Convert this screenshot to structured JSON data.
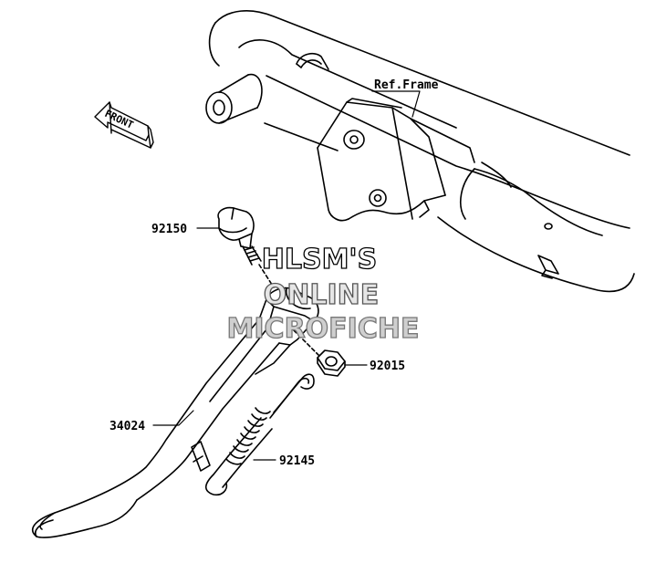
{
  "diagram": {
    "ref_frame_label": "Ref.Frame",
    "front_arrow_label": "FRONT",
    "parts": [
      {
        "id": "bolt",
        "number": "92150"
      },
      {
        "id": "nut",
        "number": "92015"
      },
      {
        "id": "side-stand",
        "number": "34024"
      },
      {
        "id": "spring",
        "number": "92145"
      }
    ]
  },
  "watermark": {
    "line1": "HLSM'S",
    "line2": "ONLINE",
    "line3": "MICROFICHE"
  },
  "colors": {
    "line": "#000000",
    "background": "#ffffff",
    "watermark_top": "#ffffff",
    "watermark_bottom": "#cfcfcf"
  }
}
